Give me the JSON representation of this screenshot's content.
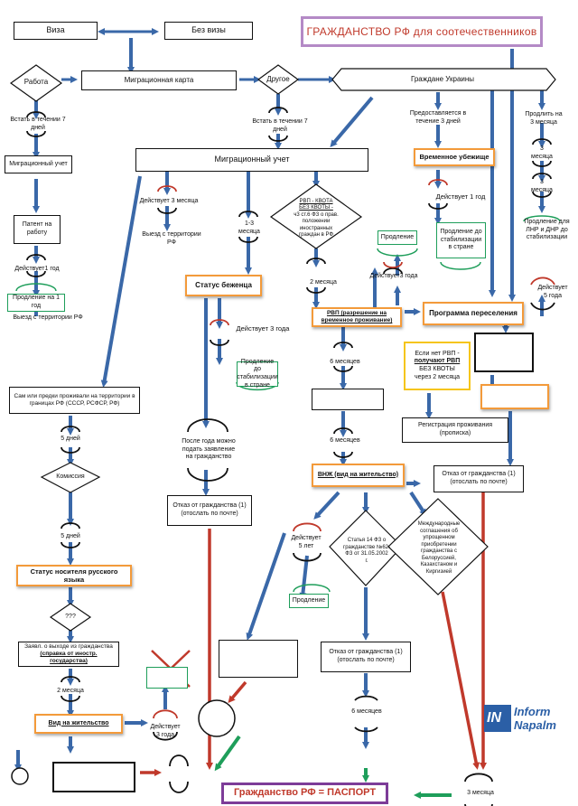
{
  "title": "ГРАЖДАНСТВО РФ для соотечественников",
  "final": "Гражданство РФ = ПАСПОРТ",
  "logo": {
    "mark": "IN",
    "word1": "Inform",
    "word2": "Napalm"
  },
  "nodes": {
    "viza": "Виза",
    "bez_vizy": "Без визы",
    "migr_karta": "Миграционная карта",
    "rabota": "Работа",
    "drugoe": "Другое",
    "grazhdane_ukrainy": "Граждане Украины",
    "vstat_1": "Встать в  течении 7 дней",
    "vstat_2": "Встать в течении 7 дней",
    "predost": "Предоставляется в течение 3 дней",
    "prodlit": "Продлить на 3 месяца",
    "migr_uchet_left": "Миграционный учет",
    "migr_uchet_main": "Миграционный учет",
    "vremennoe_ubezh": "Временное убежище",
    "tri_mes_a": "3 месяца",
    "tri_mes_b": "3 месяца",
    "deystvuet_3m": "Действует 3 месяца",
    "odin_tri": "1-3 месяца",
    "rvp_kvota_1": "РВП - КВОТА",
    "rvp_kvota_2": "БЕЗ КВОТЫ -",
    "rvp_kvota_3": "ч3 ст.6  ФЗ о прав. положении иностранных граждан в РФ",
    "deystvuet_1god_a": "Действует 1 год",
    "prodl_lnr": "Продление  для ЛНР и ДНР до стабилизации",
    "patent": "Патент на работу",
    "vyezd_1": "Выезд с территории РФ",
    "prodl_stab_a": "Продление до стабилизации в стране",
    "prodlenie_a": "Продление",
    "deystvuet_1god_b": "Действует1 год",
    "dva_mes_a": "2 месяца",
    "status_bezh": "Статус беженца",
    "deystvuet_3god_a": "Действует3 года",
    "prodl_1god": "Продление на 1 год",
    "rvp": "РВП (разрешение на временное проживание)",
    "programma": "Программа переселения",
    "deystvuet_5god": "Действует 5 года",
    "deystvuet_3goda": "Действует 3 года",
    "vyezd_2": "Выезд с территории РФ",
    "esli_net_1": "Если нет РВП -",
    "esli_net_2": "получают  РВП",
    "esli_net_3": "БЕЗ КВОТЫ",
    "esli_net_4": "через 2 месяца",
    "prodl_stab_b": "Продление до стабилизации в стране",
    "shest_mes_a": "6 месяцев",
    "sami": "Сам или предки проживали на территории в границах РФ (СССР, РСФСР, РФ)",
    "registr": "Регистрация проживания (прописка)",
    "posle_goda": "После года можно подать заявление на гражданство",
    "pyat_dney_a": "5 дней",
    "shest_mes_b": "6 месяцев",
    "komissiya": "Комиссия",
    "vnzh": "ВНЖ (вид на жительство)",
    "otkaz_a": "Отказ от гражданства (1) (отослать по почте)",
    "otkaz_b": "Отказ от гражданства (1) (отослать по почте)",
    "pyat_dney_b": "5 дней",
    "deystvuet_5let": "Действует 5 лет",
    "statya14": "Статья 14 ФЗ о гражданстве №62-ФЗ от 31.05.2002 г.",
    "mezhdunar": "Международные соглашения об упрощенном приобретении гражданства с Белоруссией, Казахстаном и Киргизией",
    "status_rus": "Статус носителя русского языка",
    "prodlenie_b": "Продление",
    "q3": "???",
    "zayavl_1": "Заявл. о выходе из гражданства",
    "zayavl_2": "(справка от иностр. государства)",
    "otkaz_c": "Отказ от гражданства (1) (отослать по почте)",
    "dva_mes_b": "2 месяца",
    "shest_mes_c": "6 месяцев",
    "vid_zh": "Вид на жительство",
    "deystvuet_3g_bottom": "Действует 3 года",
    "tri_mes_c": "3 месяца"
  }
}
